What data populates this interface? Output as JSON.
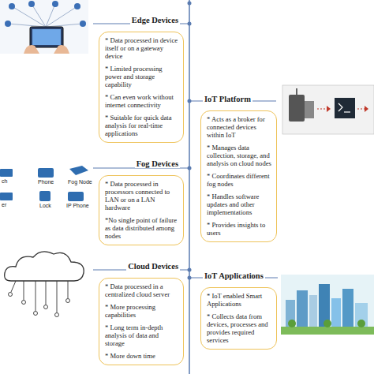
{
  "diagram": {
    "nodes": [
      {
        "text": [
          "Edge Devices",
          "* Data processed in device itself or on a gateway device",
          "* Limited processing power and storage capability",
          "* Can even work without internet connectivity",
          "* Suitable for quick data analysis for real-time applications"
        ]
      },
      {
        "text": [
          "IoT Platform",
          "* Acts as a broker for connected devices within IoT",
          "* Manages data collection, storage, and analysis on cloud nodes",
          "* Coordinates different fog nodes",
          "* Handles software updates and other implementations",
          "* Provides insights to users"
        ]
      },
      {
        "text": [
          "Fog Devices",
          "* Data processed in processors connected to LAN or on a LAN hardware",
          "*No single point of failure as data distributed among nodes"
        ]
      },
      {
        "text": [
          "Cloud Devices",
          "* Data processed in a centralized cloud server",
          "* More processing capabilities",
          "* Long term in-depth analysis of data and storage",
          "* More down time"
        ]
      },
      {
        "text": [
          "IoT Applications",
          "* IoT enabled Smart Applications",
          "* Collects data from devices, processes and provides required services"
        ]
      }
    ],
    "labels": [
      "ch",
      "Phone",
      "Fog Node",
      "er",
      "Lock",
      "IP Phone"
    ]
  }
}
